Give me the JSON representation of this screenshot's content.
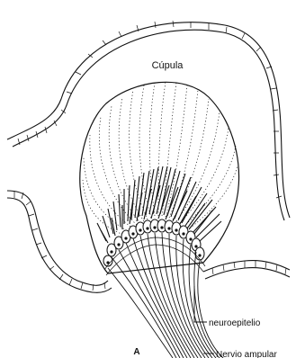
{
  "figure": {
    "labels": {
      "cupula": "Cúpula",
      "neuroepithelium": "neuroepitelio",
      "ampullary_nerve": "Nervio ampular",
      "panel": "A"
    },
    "colors": {
      "ink": "#111111",
      "background": "#ffffff"
    }
  }
}
